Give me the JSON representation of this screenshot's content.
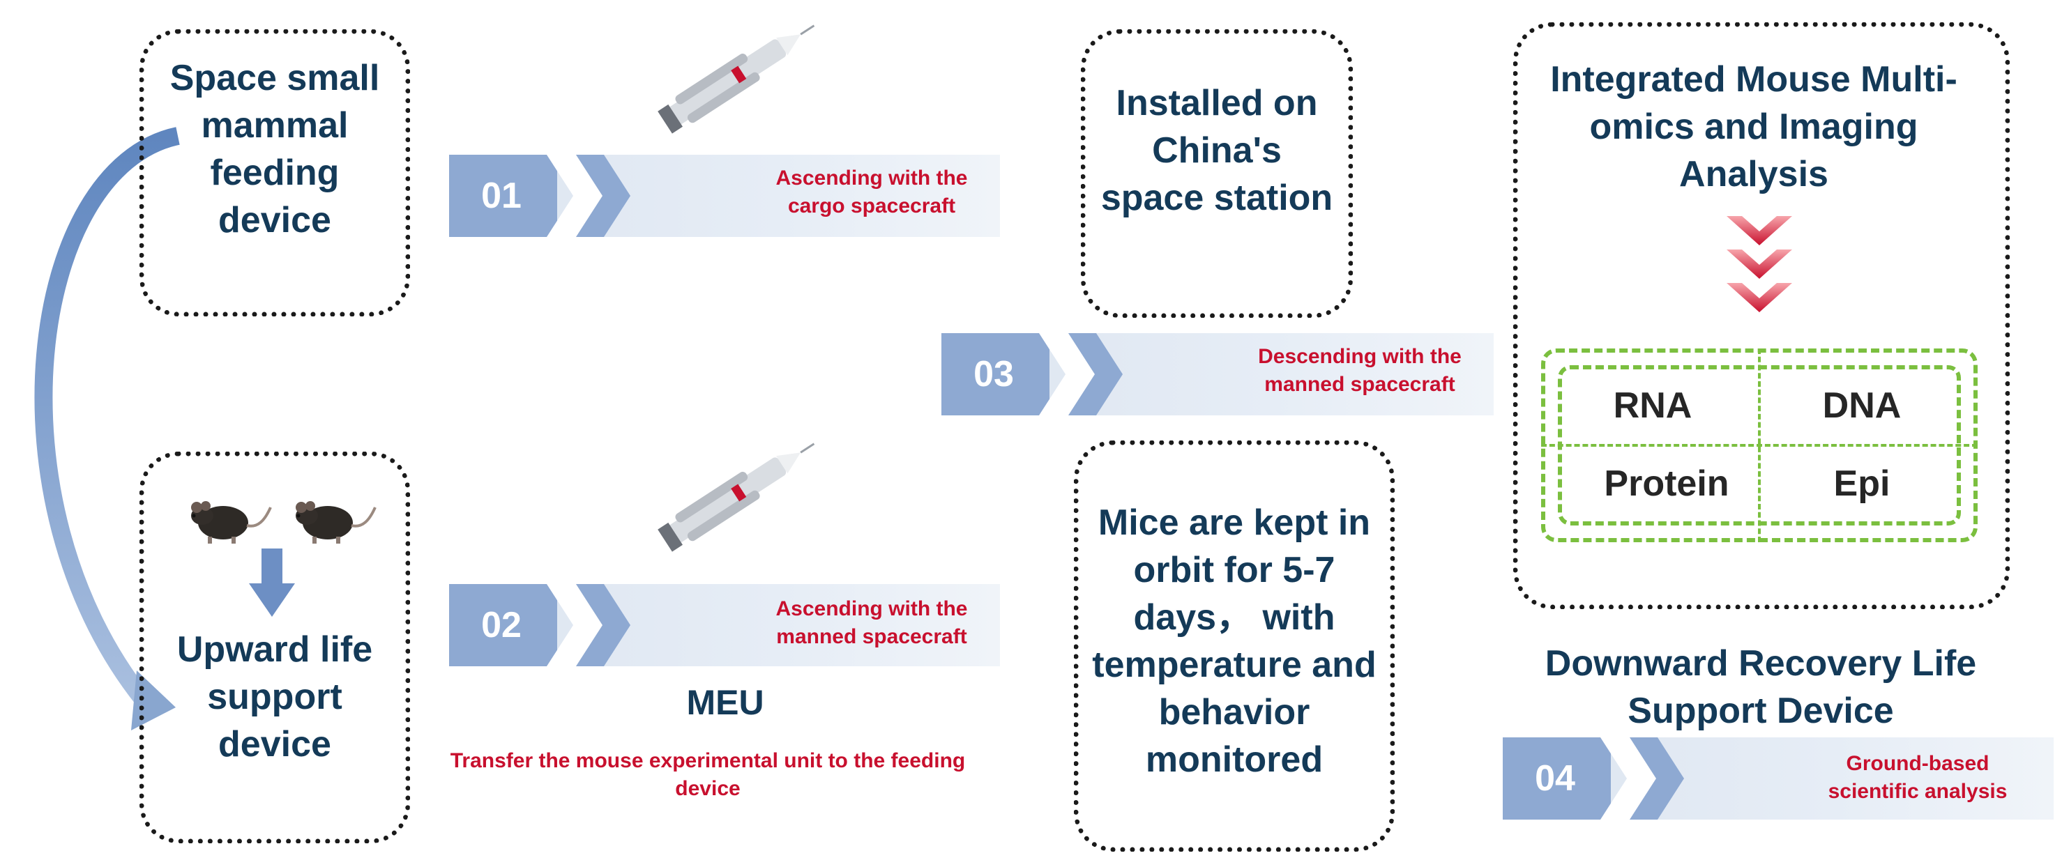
{
  "boxes": {
    "feeding_device": "Space small mammal feeding device",
    "upward_device": "Upward life support device",
    "installed": "Installed on China's space station",
    "mice_kept": "Mice are kept in orbit for 5-7 days， with temperature and behavior monitored",
    "integrated": "Integrated Mouse Multi-omics and Imaging Analysis",
    "downward": "Downward Recovery Life Support Device"
  },
  "steps": [
    {
      "num": "01",
      "label": "Ascending with the cargo spacecraft"
    },
    {
      "num": "02",
      "label": "Ascending with the manned spacecraft"
    },
    {
      "num": "03",
      "label": "Descending with the manned spacecraft"
    },
    {
      "num": "04",
      "label": "Ground-based scientific analysis"
    }
  ],
  "meu": {
    "title": "MEU",
    "caption": "Transfer the mouse experimental unit to the feeding device"
  },
  "omics": [
    "RNA",
    "DNA",
    "Protein",
    "Epi"
  ],
  "icons": [
    "rocket-icon",
    "mouse-icon",
    "down-arrow-icon",
    "curved-arrow-icon",
    "chevron-down-icon"
  ],
  "colors": {
    "banner_dark": "#8ea9d2",
    "banner_light": "#e6edf6",
    "title_text": "#143a58",
    "red_text": "#c8102e",
    "omics_border": "#7bbf3f",
    "chevron": "#c8102e"
  }
}
